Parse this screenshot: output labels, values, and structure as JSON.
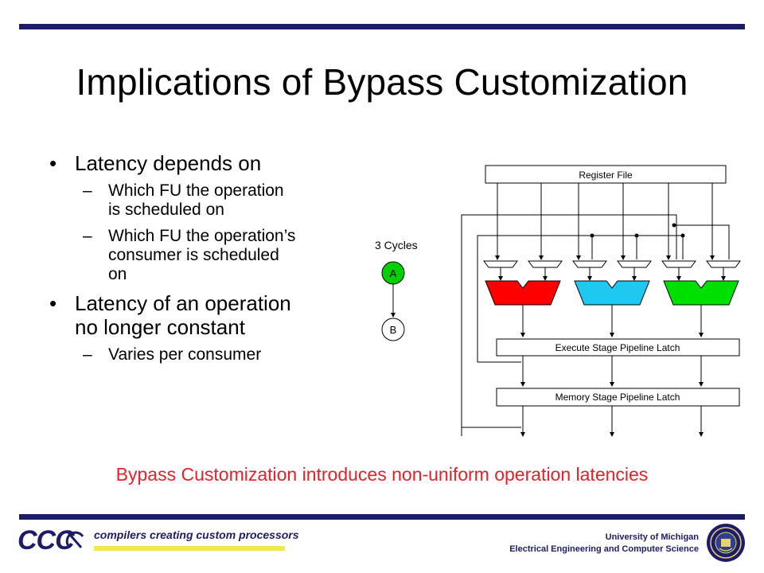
{
  "slide": {
    "title": "Implications of Bypass Customization",
    "bullets": [
      {
        "text": "Latency depends on",
        "sub": [
          [
            "Which FU the operation",
            "is scheduled on"
          ],
          [
            "Which FU the operation’s",
            "consumer is scheduled",
            "on"
          ]
        ]
      },
      {
        "text": [
          "Latency of an operation",
          "no longer constant"
        ],
        "sub": [
          [
            "Varies per consumer"
          ]
        ]
      }
    ],
    "conclusion": "Bypass Customization introduces non-uniform operation latencies"
  },
  "dependency_graph": {
    "cycles_label": "3 Cycles",
    "node_a": "A",
    "node_b": "B"
  },
  "pipeline": {
    "register_file": "Register File",
    "execute_latch": "Execute Stage Pipeline Latch",
    "memory_latch": "Memory Stage Pipeline Latch",
    "fu_colors": [
      "#ff0000",
      "#1ec8f0",
      "#00e000"
    ]
  },
  "footer": {
    "logo_text": "CCC",
    "tagline": "compilers creating custom processors",
    "university": "University of Michigan",
    "department": "Electrical Engineering and Computer Science"
  },
  "colors": {
    "rule": "#1c1c6b",
    "conclusion": "#e8202a",
    "tagline_bar": "#f2e84a"
  }
}
